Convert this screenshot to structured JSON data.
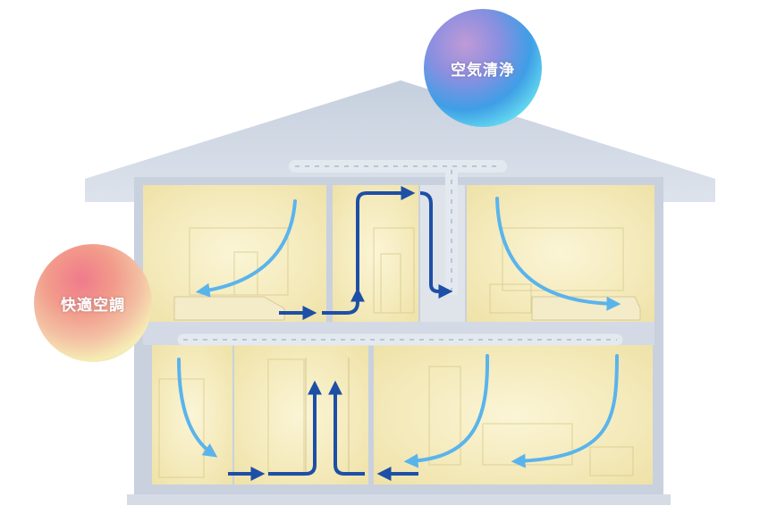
{
  "labels": {
    "air_purification": "空気清浄",
    "comfort_air_conditioning": "快適空調"
  },
  "colors": {
    "room_fill": "#f8f0c4",
    "house_frame": "#c6cfdc",
    "roof": "#bcc7d6",
    "supply_arrow": "#5ab4ec",
    "return_arrow": "#1d4fa6",
    "duct": "#e2e8ef"
  },
  "icons": {
    "supply": "light-blue-airflow-arrow",
    "return": "dark-blue-airflow-arrow"
  }
}
